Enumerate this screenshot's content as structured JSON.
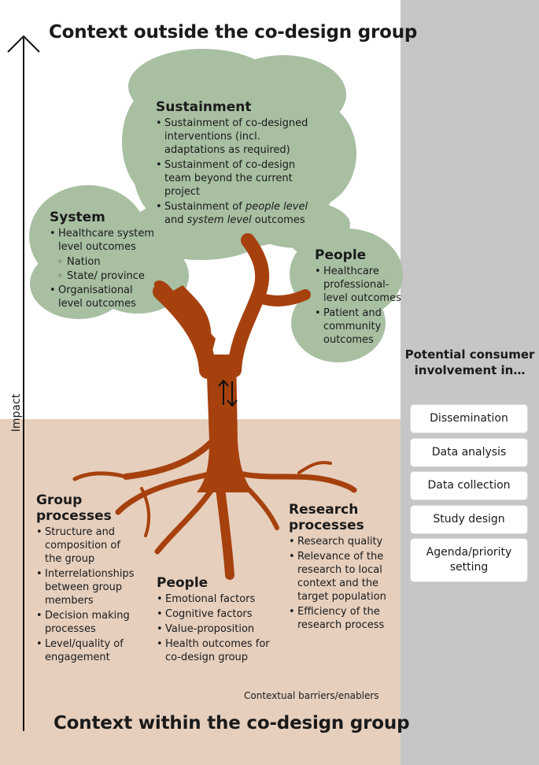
{
  "titles": {
    "top": "Context outside the co-design group",
    "bottom": "Context within the co-design group",
    "axis_label": "Impact"
  },
  "sustainment": {
    "heading": "Sustainment",
    "items": [
      "Sustainment of co-designed interventions (incl. adaptations as required)",
      "Sustainment of co-design team beyond the current project"
    ],
    "item3_prefix": "Sustainment of ",
    "item3_em1": "people level",
    "item3_mid": " and ",
    "item3_em2": "system level",
    "item3_suffix": " outcomes"
  },
  "system": {
    "heading": "System",
    "item1": "Healthcare system level outcomes",
    "sub1": "Nation",
    "sub2": "State/ province",
    "item2": "Organisational level outcomes"
  },
  "people_canopy": {
    "heading": "People",
    "items": [
      "Healthcare professional-level outcomes",
      "Patient and community outcomes"
    ]
  },
  "group_processes": {
    "heading": "Group processes",
    "items": [
      "Structure and composition of the group",
      "Interrelationships between group members",
      "Decision making processes",
      "Level/quality of engagement"
    ]
  },
  "people_roots": {
    "heading": "People",
    "items": [
      "Emotional factors",
      "Cognitive factors",
      "Value-proposition",
      "Health outcomes for co-design group"
    ]
  },
  "research_processes": {
    "heading": "Research processes",
    "items": [
      "Research quality",
      "Relevance of the research to local context and the target population",
      "Efficiency of the research process"
    ]
  },
  "footnote": "Contextual barriers/enablers",
  "side_panel": {
    "heading": "Potential consumer involvement in…",
    "items": [
      "Dissemination",
      "Data analysis",
      "Data collection",
      "Study design",
      "Agenda/priority setting"
    ]
  },
  "colors": {
    "canopy": "#a8bfa2",
    "trunk": "#a6410e",
    "soil": "#e6cfbd",
    "panel": "#c6c6c6"
  }
}
